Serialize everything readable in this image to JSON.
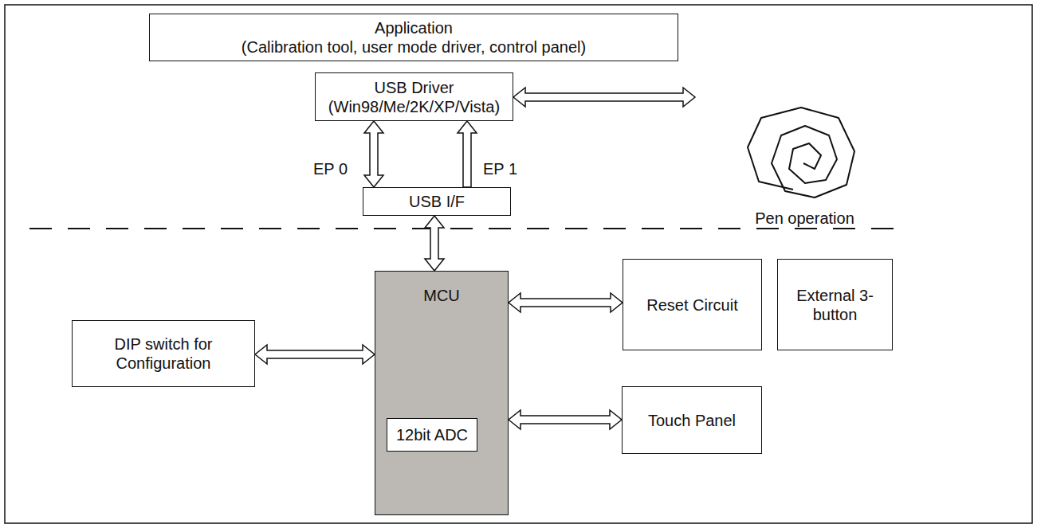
{
  "diagram": {
    "nodes": [
      {
        "text": [
          "Application",
          "(Calibration tool, user mode driver, control panel)"
        ]
      },
      {
        "text": [
          "USB Driver",
          "(Win98/Me/2K/XP/Vista)"
        ]
      },
      {
        "text": [
          "Pen operation"
        ]
      },
      {
        "text": [
          "USB I/F"
        ]
      },
      {
        "text": [
          "DIP switch for Configuration"
        ]
      },
      {
        "text": [
          "MCU"
        ]
      },
      {
        "text": [
          "12bit ADC"
        ],
        "in": 5
      },
      {
        "text": [
          "Reset Circuit"
        ]
      },
      {
        "text": [
          "External 3-button"
        ]
      },
      {
        "text": [
          "Touch Panel"
        ]
      }
    ],
    "edges": [
      {
        "from": 3,
        "to": 1,
        "arrow": "both",
        "label": "EP 0"
      },
      {
        "from": 3,
        "to": 1,
        "arrow": "to",
        "label": "EP 1"
      },
      {
        "from": 1,
        "to": 2,
        "arrow": "both"
      },
      {
        "from": 3,
        "to": 5,
        "arrow": "both"
      },
      {
        "from": 4,
        "to": 5,
        "arrow": "both"
      },
      {
        "from": 5,
        "to": 7,
        "arrow": "both"
      },
      {
        "from": 5,
        "to": 9,
        "arrow": "both"
      }
    ]
  }
}
